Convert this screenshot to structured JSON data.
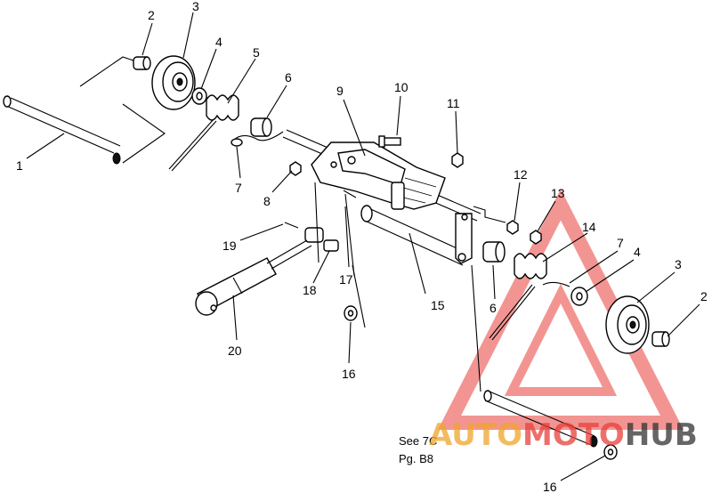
{
  "callouts": {
    "c1": "1",
    "c2a": "2",
    "c3a": "3",
    "c4a": "4",
    "c5": "5",
    "c6a": "6",
    "c7a": "7",
    "c8": "8",
    "c9": "9",
    "c10": "10",
    "c11": "11",
    "c12": "12",
    "c13": "13",
    "c14": "14",
    "c7b": "7",
    "c4b": "4",
    "c3b": "3",
    "c2b": "2",
    "c19": "19",
    "c18": "18",
    "c17": "17",
    "c15": "15",
    "c6b": "6",
    "c20": "20",
    "c16a": "16",
    "c16b": "16"
  },
  "note": {
    "line1": "See 7C",
    "line2": "Pg. B8"
  },
  "watermark": {
    "part1": "AUTO",
    "part2": "MOTO",
    "part3": "HUB"
  },
  "colors": {
    "watermark_orange": "#f0a52a",
    "watermark_red": "#e8403a",
    "watermark_dark": "#333333"
  }
}
